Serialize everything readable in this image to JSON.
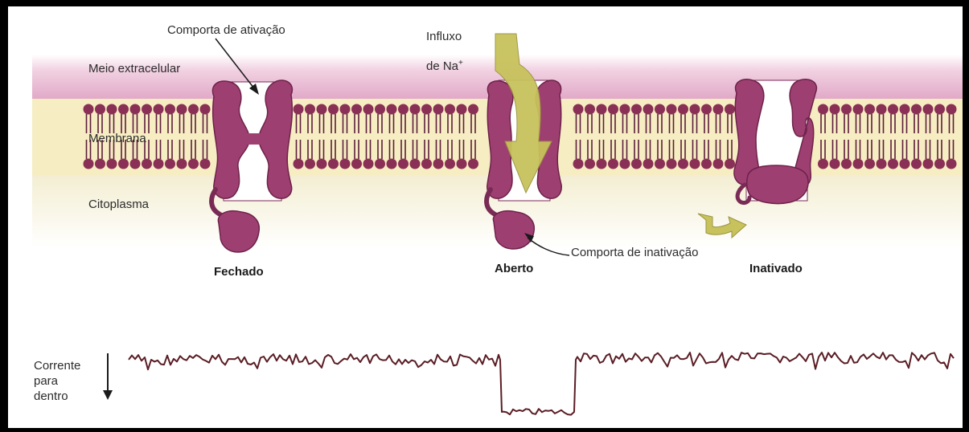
{
  "labels": {
    "activation_gate": "Comporta de ativação",
    "influx_line1": "Influxo",
    "influx_line2": "de Na",
    "influx_sup": "+",
    "extracellular": "Meio extracelular",
    "membrane": "Membrana",
    "cytoplasm": "Citoplasma",
    "inactivation_gate": "Comporta de inativação"
  },
  "states": {
    "closed": "Fechado",
    "open": "Aberto",
    "inactivated": "Inativado"
  },
  "current_label": {
    "line1": "Corrente",
    "line2": "para",
    "line3": "dentro"
  },
  "colors": {
    "channel": "#9e3f72",
    "channel_dark": "#7a2b55",
    "lipid_head": "#8a2f55",
    "extracellular_band": "#e6b3cf",
    "membrane_band": "#f5ecc0",
    "arrow": "#c9c264",
    "trace": "#5a1d24"
  }
}
